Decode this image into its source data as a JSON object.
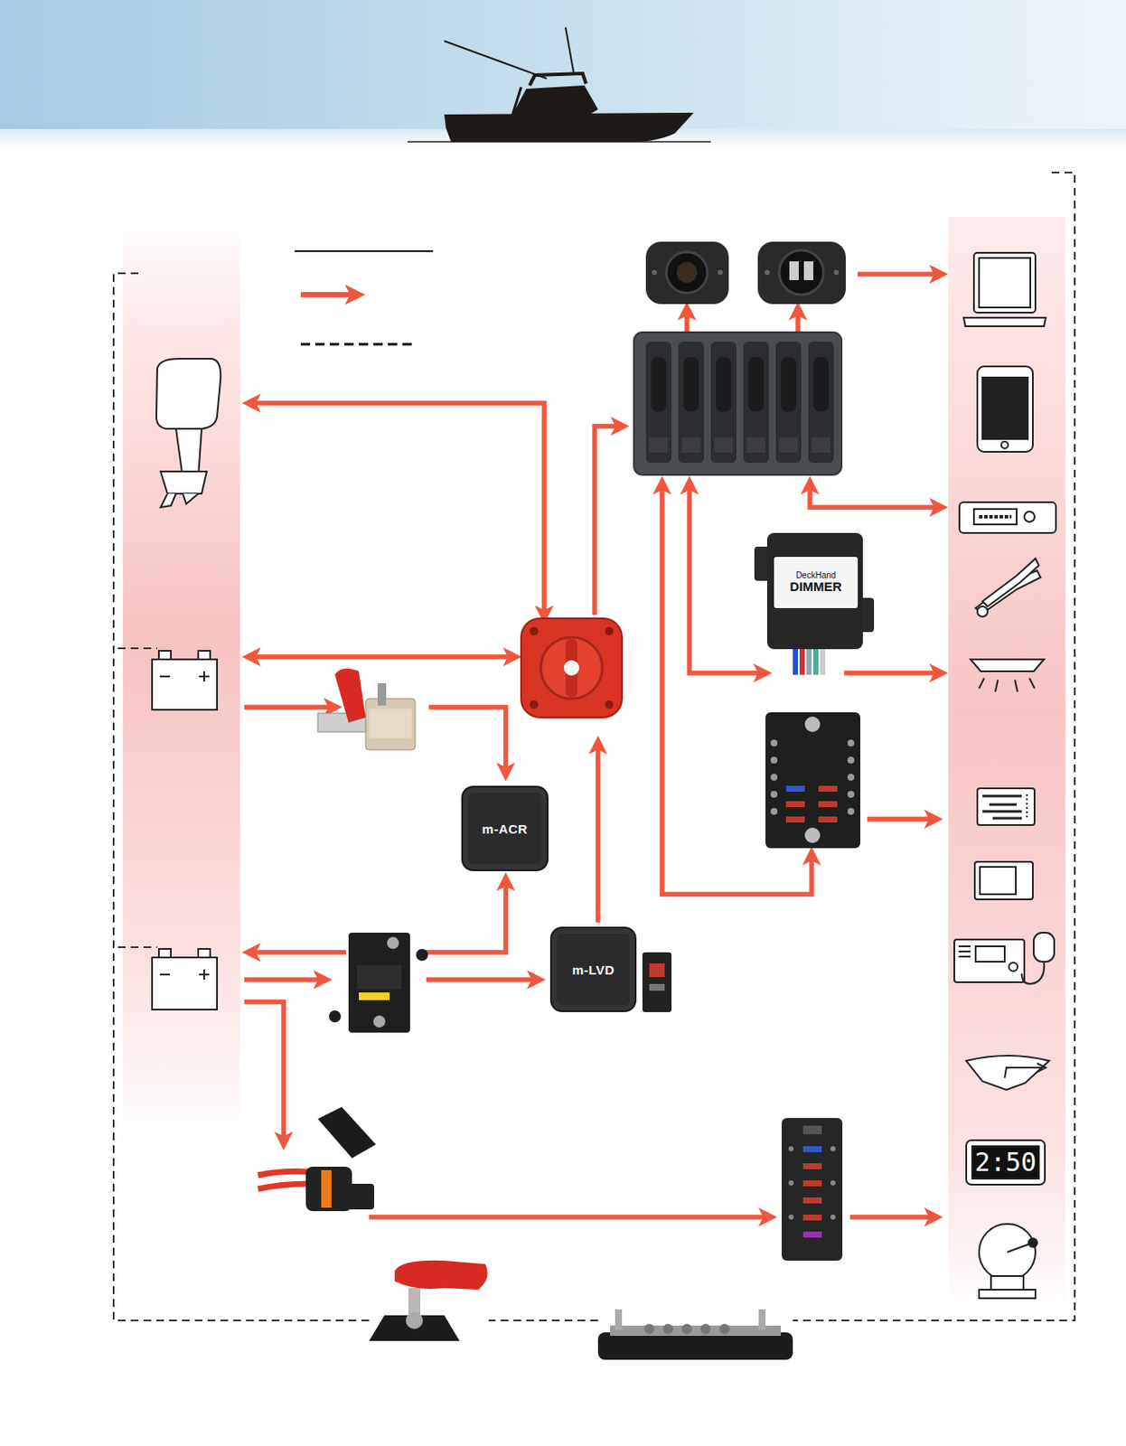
{
  "diagram": {
    "nodes": [
      {
        "text": [
          "m-ACR"
        ]
      },
      {
        "text": [
          "m-LVD"
        ]
      },
      {
        "text": [
          "DeckHand",
          "DIMMER"
        ]
      }
    ],
    "labels": [
      "2:50"
    ]
  }
}
